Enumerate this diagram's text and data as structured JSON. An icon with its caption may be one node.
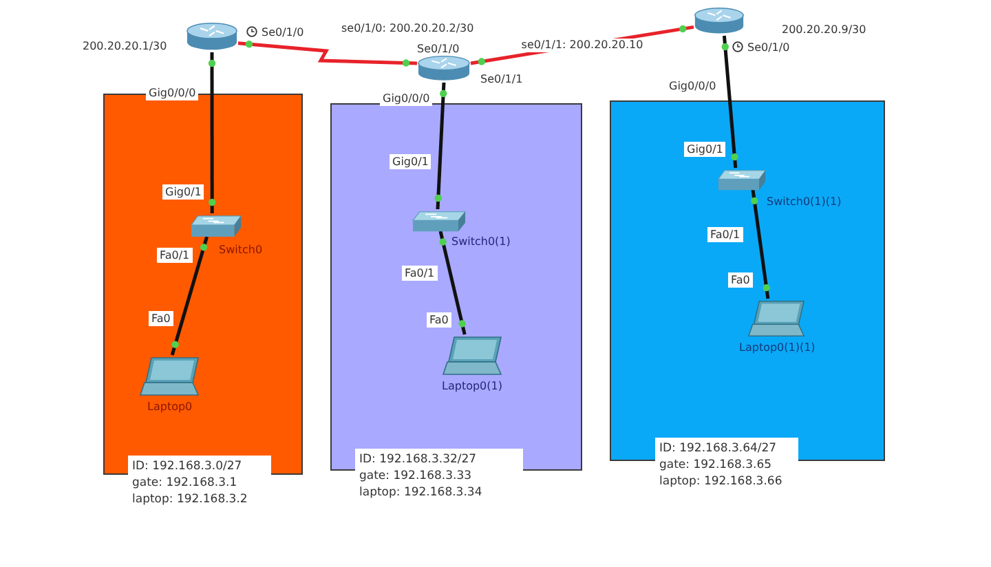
{
  "diagram": {
    "nodes": [
      {
        "text": [],
        "shape": "cylinder"
      },
      {
        "text": [],
        "shape": "cylinder"
      },
      {
        "text": [],
        "shape": "cylinder"
      },
      {
        "text": [],
        "shape": "box"
      },
      {
        "text": [],
        "shape": "picture",
        "beside": [
          "Switch0"
        ],
        "in": 3
      },
      {
        "text": [],
        "shape": "picture",
        "beside": [
          "Laptop0"
        ],
        "in": 3
      },
      {
        "text": [],
        "shape": "box"
      },
      {
        "text": [],
        "shape": "picture",
        "beside": [
          "Switch0(1)"
        ],
        "in": 6
      },
      {
        "text": [],
        "shape": "picture",
        "beside": [
          "Laptop0(1)"
        ],
        "in": 6
      },
      {
        "text": [],
        "shape": "box"
      },
      {
        "text": [],
        "shape": "picture",
        "beside": [
          "Switch0(1)(1)"
        ],
        "in": 9
      },
      {
        "text": [],
        "shape": "picture",
        "beside": [
          "Laptop0(1)(1)"
        ],
        "in": 9
      },
      {
        "text": [
          "ID: 192.168.3.0/27",
          "gate: 192.168.3.1",
          "laptop: 192.168.3.2"
        ]
      },
      {
        "text": [
          "ID: 192.168.3.32/27",
          "gate: 192.168.3.33",
          "laptop: 192.168.3.34"
        ]
      },
      {
        "text": [
          "ID: 192.168.3.64/27",
          "gate: 192.168.3.65",
          "laptop: 192.168.3.66"
        ]
      }
    ],
    "edges": [
      {
        "from": 0,
        "to": 1,
        "arrow": "other",
        "color": "#e8222a"
      },
      {
        "from": 1,
        "to": 2,
        "arrow": "other",
        "color": "#e8222a",
        "label": "se0/1/1: 200.20.20.10"
      },
      {
        "from": 0,
        "to": 4,
        "arrow": "other"
      },
      {
        "from": 4,
        "to": 5,
        "arrow": "other"
      },
      {
        "from": 1,
        "to": 7,
        "arrow": "other"
      },
      {
        "from": 7,
        "to": 8,
        "arrow": "other"
      },
      {
        "from": 2,
        "to": 10,
        "arrow": "other"
      },
      {
        "from": 10,
        "to": 11,
        "arrow": "other"
      }
    ],
    "labels": [
      "Se0/1/0",
      "se0/1/0: 200.20.20.2/30",
      "200.20.20.9/30",
      "200.20.20.1/30",
      "Se0/1/0",
      "Se0/1/0",
      "Se0/1/1",
      "Gig0/0/0",
      "Gig0/0/0",
      "Gig0/0/0",
      "Gig0/1",
      "Gig0/1",
      "Gig0/1",
      "Fa0/1",
      "Fa0/1",
      "Fa0/1",
      "Fa0",
      "Fa0",
      "Fa0"
    ]
  }
}
